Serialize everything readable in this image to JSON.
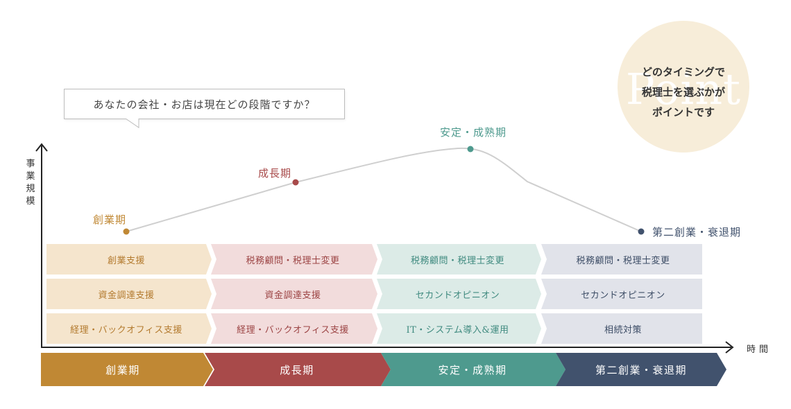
{
  "question": "あなたの会社・お店は現在どの段階ですか？",
  "point": {
    "watermark": "Point",
    "line1": "どのタイミングで",
    "line2": "税理士を選ぶかが",
    "line3": "ポイントです"
  },
  "axes": {
    "y_label": "事業規模",
    "x_label": "時間"
  },
  "curve_labels": {
    "sogyo": "創業期",
    "seicho": "成長期",
    "antei": "安定・成熟期",
    "daini": "第二創業・衰退期"
  },
  "grid": {
    "col1": [
      "創業支援",
      "資金調達支援",
      "経理・バックオフィス支援"
    ],
    "col2": [
      "税務顧問・税理士変更",
      "資金調達支援",
      "経理・バックオフィス支援"
    ],
    "col3": [
      "税務顧問・税理士変更",
      "セカンドオピニオン",
      "IT・システム導入&運用"
    ],
    "col4": [
      "税務顧問・税理士変更",
      "セカンドオピニオン",
      "相続対策"
    ]
  },
  "phases": [
    "創業期",
    "成長期",
    "安定・成熟期",
    "第二創業・衰退期"
  ],
  "colors": {
    "sogyo": "#c08834",
    "seicho": "#a84a4a",
    "antei": "#4e9a8e",
    "daini": "#41526d",
    "cell_sogyo": "#f5e5cd",
    "cell_seicho": "#f2dcdc",
    "cell_antei": "#dcebe7",
    "cell_daini": "#e1e3ea",
    "point_bg": "#f7edd9",
    "curve": "#cfcfcf"
  }
}
